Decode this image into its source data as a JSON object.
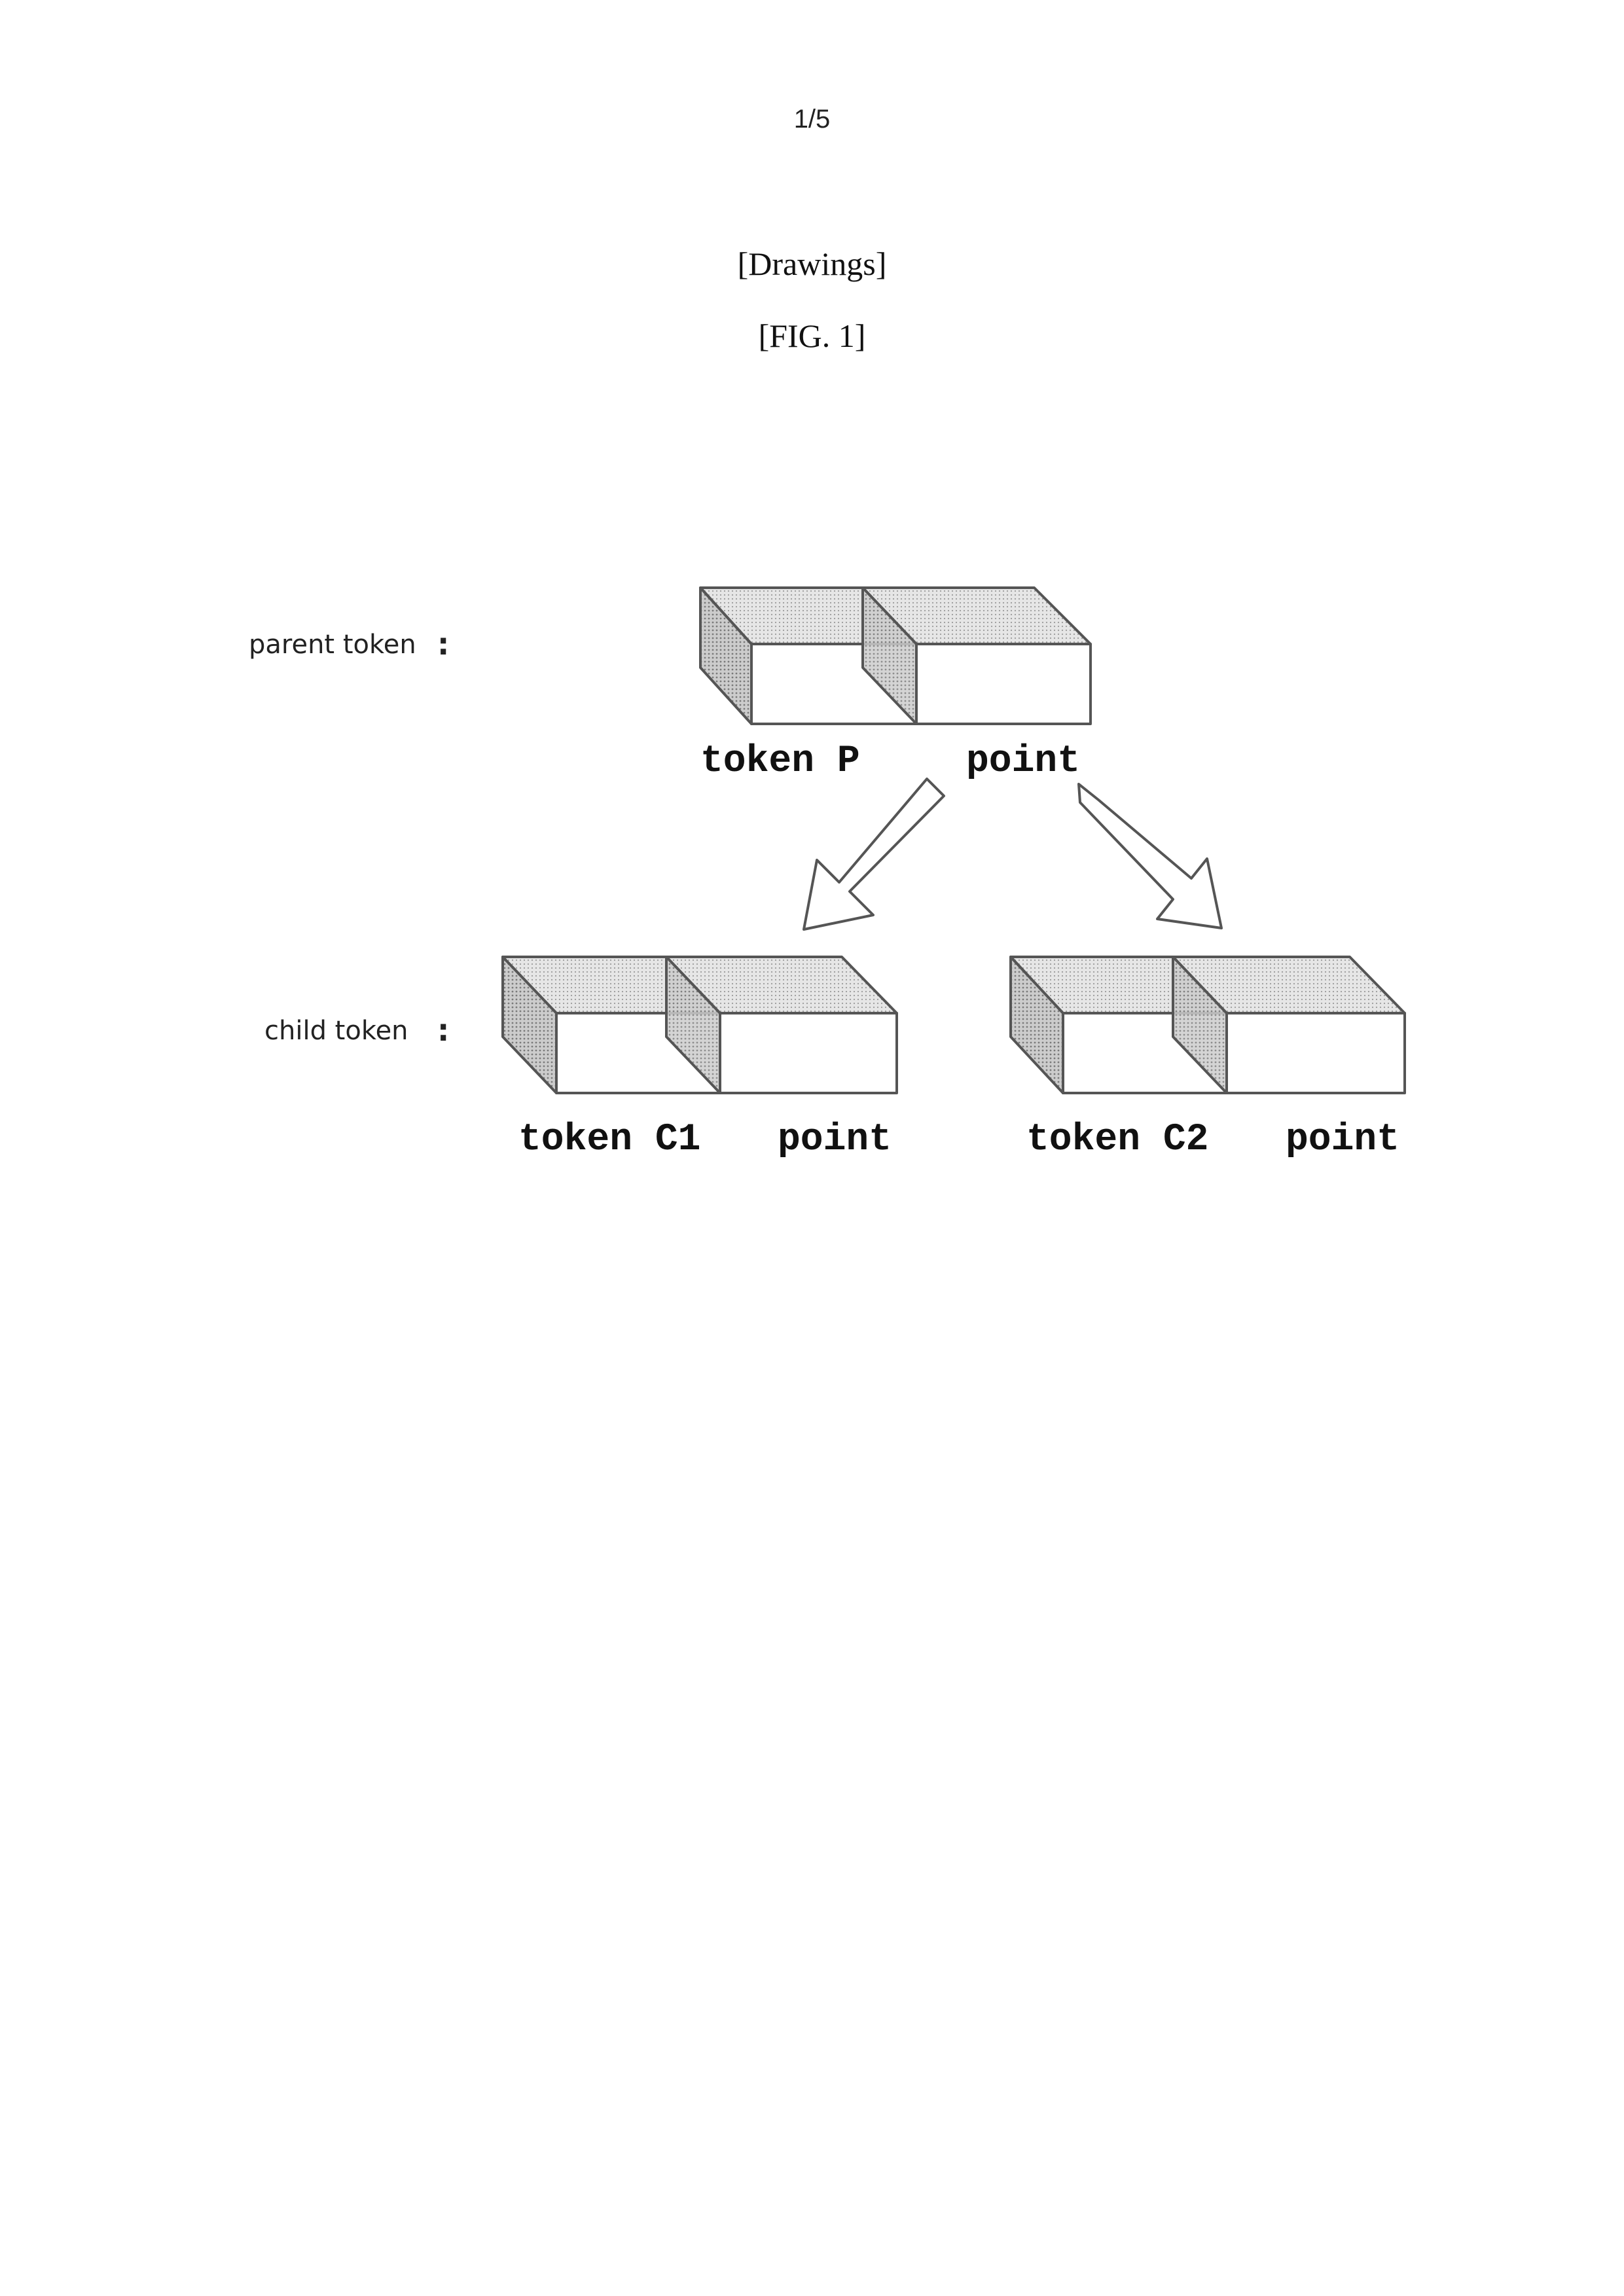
{
  "page": {
    "number": "1/5",
    "section_title": "[Drawings]",
    "figure_title": "[FIG. 1]"
  },
  "diagram": {
    "rows": [
      {
        "label": "parent token",
        "separator": ":"
      },
      {
        "label": "child token",
        "separator": ":"
      }
    ],
    "tokens": {
      "parent": {
        "name": "token P",
        "field": "point"
      },
      "child1": {
        "name": "token C1",
        "field": "point"
      },
      "child2": {
        "name": "token C2",
        "field": "point"
      }
    },
    "colors": {
      "stroke": "#555555",
      "shade_light": "#e4e4e4",
      "shade_mid": "#cfcfcf",
      "shade_dark": "#bcbcbc",
      "front": "#ffffff"
    }
  }
}
